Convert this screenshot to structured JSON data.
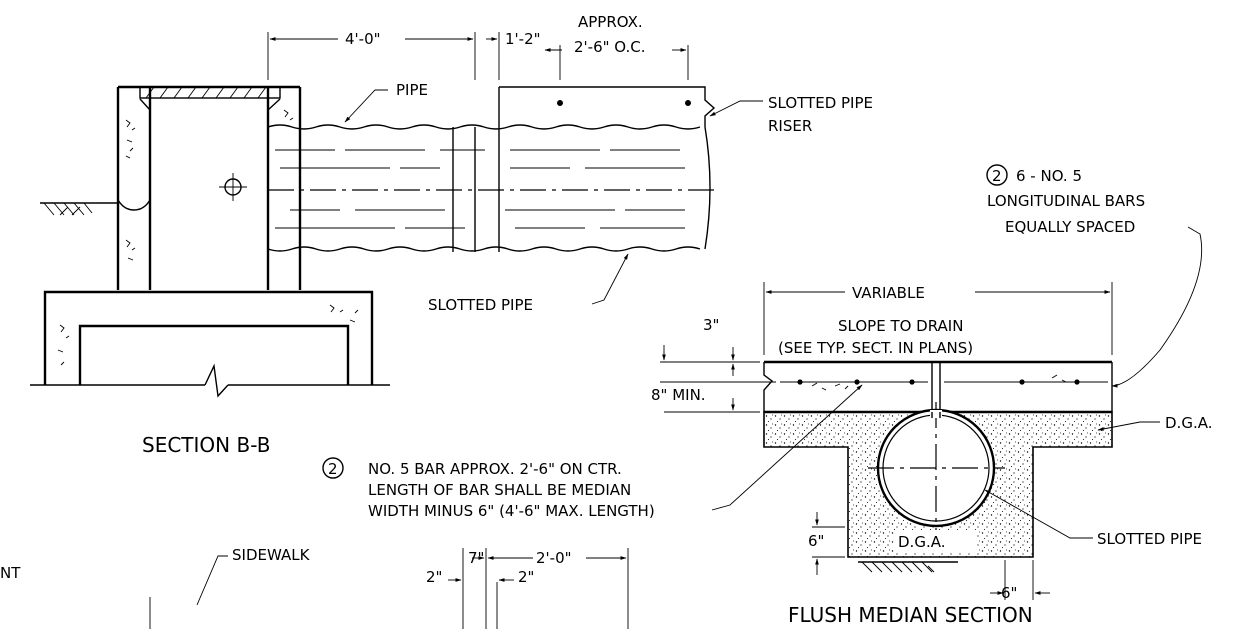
{
  "section_bb": {
    "title": "SECTION B-B",
    "dim_4_0": "4'-0\"",
    "dim_1_2": "1'-2\"",
    "approx": "APPROX.",
    "dim_2_6_oc": "2'-6\" O.C.",
    "pipe": "PIPE",
    "slotted_pipe_riser_1": "SLOTTED PIPE",
    "slotted_pipe_riser_2": "RISER",
    "slotted_pipe": "SLOTTED PIPE"
  },
  "flush_median": {
    "title": "FLUSH MEDIAN SECTION",
    "note2_num": "2",
    "note2_line1": "6 - NO. 5",
    "note2_line2": "LONGITUDINAL BARS",
    "note2_line3": "EQUALLY SPACED",
    "variable": "VARIABLE",
    "slope_line1": "SLOPE TO DRAIN",
    "slope_line2": "(SEE TYP. SECT. IN PLANS)",
    "dim_3": "3\"",
    "dim_8_min": "8\" MIN.",
    "dga_right": "D.G.A.",
    "dga_inner": "D.G.A.",
    "slotted_pipe": "SLOTTED PIPE",
    "dim_6_left": "6\"",
    "dim_6_bottom": "6\"",
    "bar_note_num": "2",
    "bar_note_line1": "NO. 5 BAR APPROX. 2'-6\" ON CTR.",
    "bar_note_line2": "LENGTH OF BAR SHALL BE MEDIAN",
    "bar_note_line3": "WIDTH MINUS 6\" (4'-6\" MAX. LENGTH)"
  },
  "bottom_detail": {
    "left_fragment": "NT",
    "sidewalk": "SIDEWALK",
    "dim_7": "7\"",
    "dim_2_0": "2'-0\"",
    "dim_2_left": "2\"",
    "dim_2_right": "2\""
  }
}
